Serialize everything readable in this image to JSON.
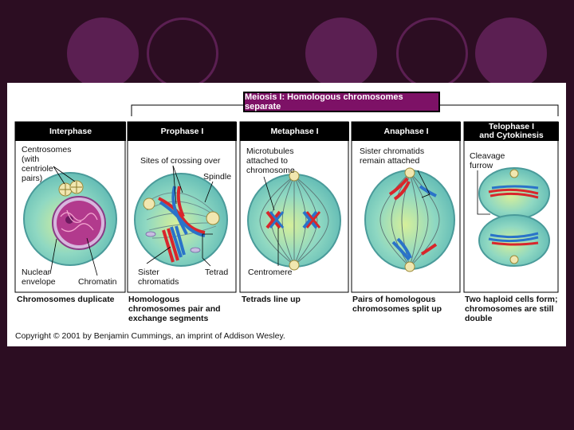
{
  "background_color": "#2c0d22",
  "accent_color": "#5b1f52",
  "title": "Meiosis I: Homologous chromosomes separate",
  "title_color": "#7d1166",
  "stages": [
    {
      "name": "Interphase",
      "caption": "Chromosomes duplicate"
    },
    {
      "name": "Prophase I",
      "caption": "Homologous\nchromosomes pair and\nexchange segments"
    },
    {
      "name": "Metaphase I",
      "caption": "Tetrads line up"
    },
    {
      "name": "Anaphase I",
      "caption": "Pairs of homologous\nchromosomes split up"
    },
    {
      "name": "Telophase I\nand Cytokinesis",
      "caption": "Two haploid cells form;\nchromosomes are still\ndouble"
    }
  ],
  "labels": {
    "centrosomes": "Centrosomes\n(with\ncentriole\npairs)",
    "nuclear_envelope": "Nuclear\nenvelope",
    "chromatin": "Chromatin",
    "crossing_over": "Sites of crossing over",
    "spindle": "Spindle",
    "sister_chromatids": "Sister\nchromatids",
    "tetrad": "Tetrad",
    "microtubules": "Microtubules\nattached to\nchromosome",
    "centromere": "Centromere",
    "sister_attached": "Sister chromatids\nremain attached",
    "cleavage_furrow": "Cleavage\nfurrow"
  },
  "copyright": "Copyright © 2001 by Benjamin Cummings, an imprint of Addison Wesley.",
  "colors": {
    "cell_fill": "#7fd3c4",
    "chromosome_red": "#d8262b",
    "chromosome_blue": "#2a73c9",
    "nucleus": "#b23a8d"
  }
}
